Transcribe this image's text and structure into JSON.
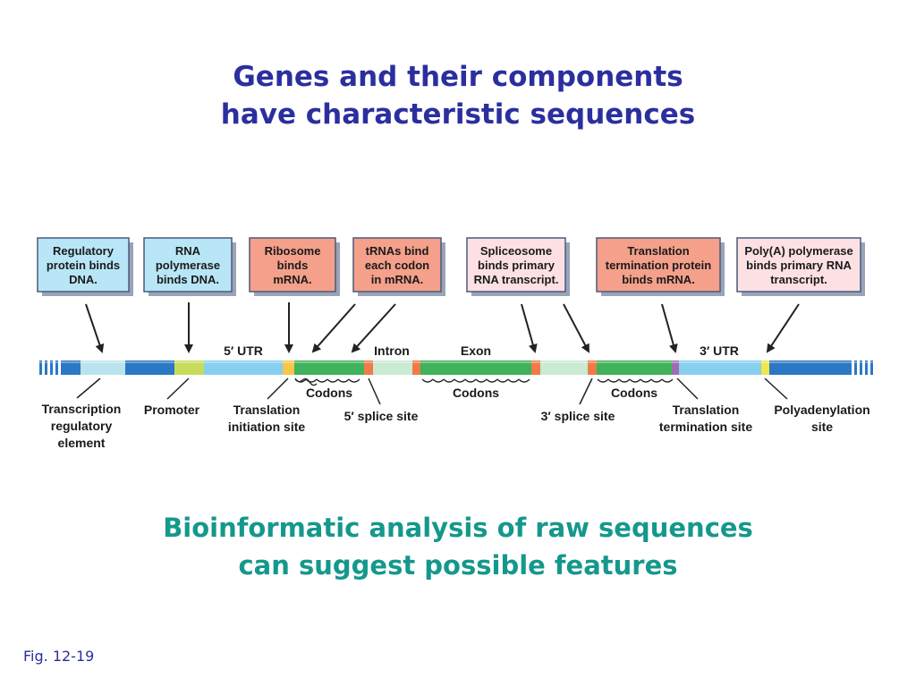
{
  "title": [
    "Genes and their components",
    "have characteristic sequences"
  ],
  "subtitle": [
    "Bioinformatic analysis of raw sequences",
    "can suggest possible features"
  ],
  "figure_label": "Fig. 12-19",
  "boxes": [
    {
      "lines": [
        "Regulatory",
        "protein binds",
        "DNA."
      ]
    },
    {
      "lines": [
        "RNA",
        "polymerase",
        "binds DNA."
      ]
    },
    {
      "lines": [
        "Ribosome",
        "binds",
        "mRNA."
      ]
    },
    {
      "lines": [
        "tRNAs bind",
        "each codon",
        "in mRNA."
      ]
    },
    {
      "lines": [
        "Spliceosome",
        "binds primary",
        "RNA transcript."
      ]
    },
    {
      "lines": [
        "Translation",
        "termination protein",
        "binds mRNA."
      ]
    },
    {
      "lines": [
        "Poly(A) polymerase",
        "binds primary RNA",
        "transcript."
      ]
    }
  ],
  "region_labels": {
    "utr5": "5′ UTR",
    "intron": "Intron",
    "exon": "Exon",
    "utr3": "3′ UTR"
  },
  "codons_label": "Codons",
  "bottom_labels": {
    "transcription_element": [
      "Transcription",
      "regulatory",
      "element"
    ],
    "promoter": [
      "Promoter"
    ],
    "translation_initiation": [
      "Translation",
      "initiation site"
    ],
    "splice5": [
      "5′ splice site"
    ],
    "splice3": [
      "3′ splice site"
    ],
    "translation_termination": [
      "Translation",
      "termination site"
    ],
    "polyadenylation": [
      "Polyadenylation",
      "site"
    ]
  },
  "colors": {
    "title": "#2b2f9e",
    "subtitle": "#15988c",
    "box_blue": "#b8e6f7",
    "box_salmon": "#f4a08a",
    "box_pink": "#fce0e4",
    "dna_blue": "#2b78c4",
    "dna_light": "#b9e4ee",
    "dna_green": "#3fb25a",
    "dna_lightgreen": "#c8ebd2",
    "promoter": "#c6dc5a",
    "splice_orange": "#f07b4a",
    "start_yellow": "#f5c64a",
    "stop_purple": "#a06cb0",
    "polyA_yellow": "#f1e64a"
  }
}
